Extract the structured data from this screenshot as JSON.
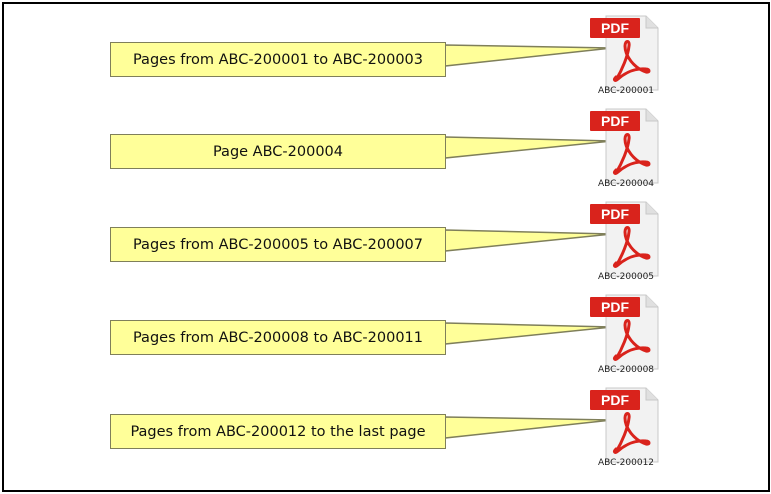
{
  "items": [
    {
      "callout": "Pages  from ABC-200001 to ABC-200003",
      "file_badge": "PDF",
      "file_name": "ABC-200001"
    },
    {
      "callout": "Page  ABC-200004",
      "file_badge": "PDF",
      "file_name": "ABC-200004"
    },
    {
      "callout": "Pages  from ABC-200005 to ABC-200007",
      "file_badge": "PDF",
      "file_name": "ABC-200005"
    },
    {
      "callout": "Pages  from ABC-200008 to ABC-200011",
      "file_badge": "PDF",
      "file_name": "ABC-200008"
    },
    {
      "callout": "Pages  from ABC-200012 to the  last page",
      "file_badge": "PDF",
      "file_name": "ABC-200012"
    }
  ],
  "colors": {
    "callout_fill": "#ffff99",
    "pdf_red": "#d9231c",
    "border": "#000000"
  },
  "icon": "pdf-file-icon"
}
